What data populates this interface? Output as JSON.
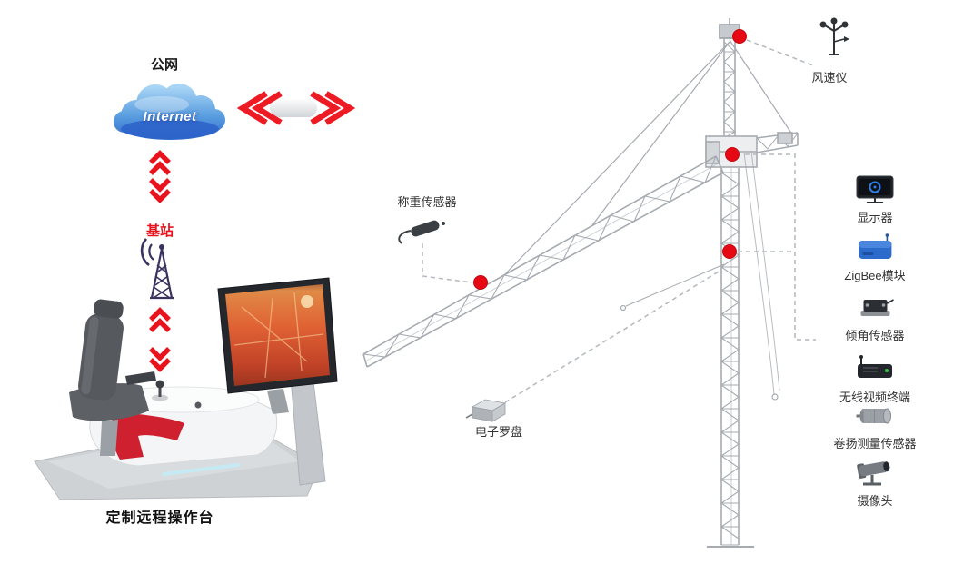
{
  "labels": {
    "public_network": "公网",
    "internet": "Internet",
    "base_station": "基站",
    "console": "定制远程操作台",
    "load_sensor": "称重传感器",
    "compass": "电子罗盘",
    "anemometer": "风速仪"
  },
  "devices": [
    {
      "label": "显示器",
      "icon": "display-icon"
    },
    {
      "label": "ZigBee模块",
      "icon": "zigbee-module-icon"
    },
    {
      "label": "倾角传感器",
      "icon": "tilt-sensor-icon"
    },
    {
      "label": "无线视频终端",
      "icon": "wireless-video-terminal-icon"
    },
    {
      "label": "卷扬测量传感器",
      "icon": "hoist-measure-sensor-icon"
    },
    {
      "label": "摄像头",
      "icon": "camera-icon"
    }
  ],
  "colors": {
    "accent_red": "#e8131d",
    "sensor_dot_red": "#e60914",
    "cloud_blue_top": "#a8d4f5",
    "cloud_blue_bottom": "#2b62c9",
    "crane_line_gray": "#a6abb1",
    "dashed_line_gray": "#b4b9bf",
    "text_dark": "#333333"
  }
}
